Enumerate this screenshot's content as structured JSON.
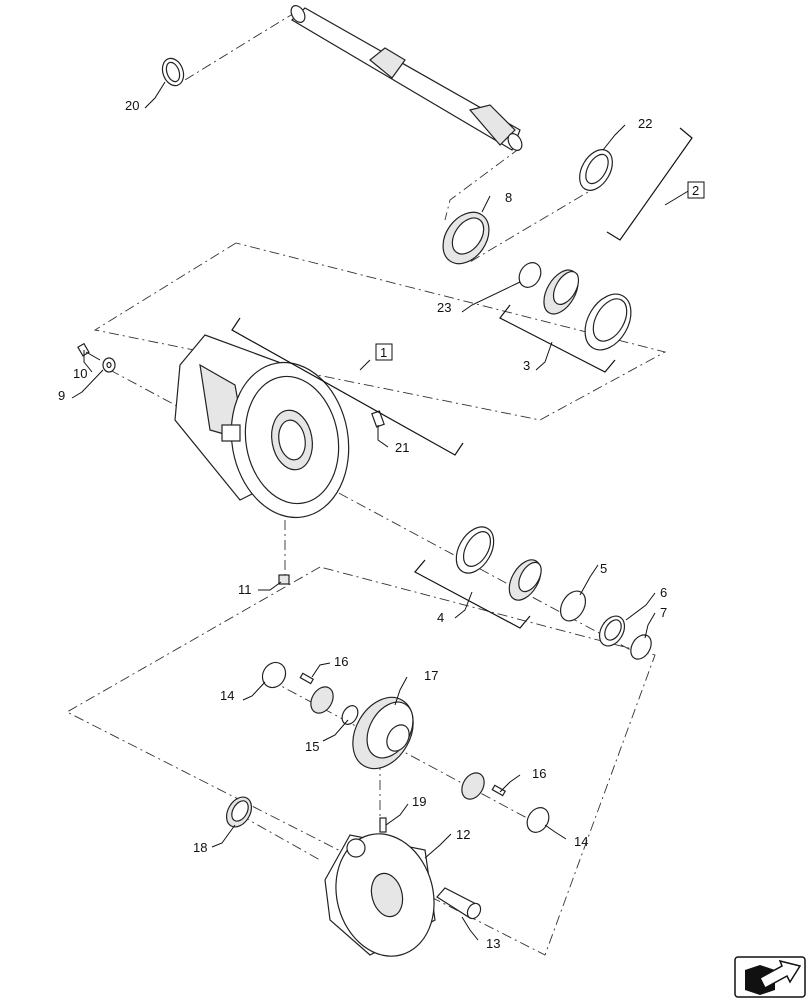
{
  "callouts": {
    "c1": "1",
    "c2": "2",
    "c3": "3",
    "c4": "4",
    "c5": "5",
    "c6": "6",
    "c7": "7",
    "c8": "8",
    "c9": "9",
    "c10": "10",
    "c11": "11",
    "c12": "12",
    "c13": "13",
    "c14a": "14",
    "c14b": "14",
    "c15": "15",
    "c16a": "16",
    "c16b": "16",
    "c17": "17",
    "c18": "18",
    "c19": "19",
    "c20": "20",
    "c21": "21",
    "c22": "22",
    "c23": "23"
  },
  "nav_icon": "arrow-out-of-box-icon"
}
